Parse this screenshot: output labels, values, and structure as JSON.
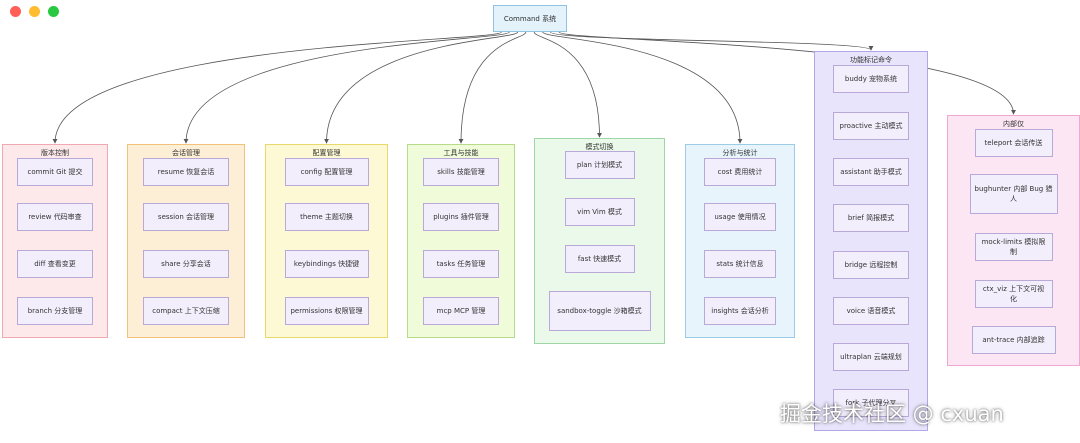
{
  "root": "Command 系统",
  "groups": [
    {
      "title": "版本控制",
      "bg": "#fde8ea",
      "border": "#f0a8b3",
      "items": [
        "commit Git 提交",
        "review 代码审查",
        "diff 查看变更",
        "branch 分支管理"
      ]
    },
    {
      "title": "会话管理",
      "bg": "#fdeed6",
      "border": "#f3c27a",
      "items": [
        "resume 恢复会话",
        "session 会话管理",
        "share 分享会话",
        "compact 上下文压缩"
      ]
    },
    {
      "title": "配置管理",
      "bg": "#fdf9d4",
      "border": "#e9d86c",
      "items": [
        "config 配置管理",
        "theme 主题切换",
        "keybindings 快捷键",
        "permissions 权限管理"
      ]
    },
    {
      "title": "工具与技能",
      "bg": "#effbd9",
      "border": "#b6dc8a",
      "items": [
        "skills 技能管理",
        "plugins 插件管理",
        "tasks 任务管理",
        "mcp MCP 管理"
      ]
    },
    {
      "title": "模式切换",
      "bg": "#eaf9ea",
      "border": "#9ed6a5",
      "items": [
        "plan 计划模式",
        "vim Vim 模式",
        "fast 快速模式",
        "sandbox-toggle 沙箱模式"
      ]
    },
    {
      "title": "分析与统计",
      "bg": "#e8f4fb",
      "border": "#9ccbe8",
      "items": [
        "cost 费用统计",
        "usage 使用情况",
        "stats 统计信息",
        "insights 会话分析"
      ]
    },
    {
      "title": "功能标记命令",
      "bg": "#e8e4fb",
      "border": "#b1a7e6",
      "items": [
        "buddy 宠物系统",
        "proactive 主动模式",
        "assistant 助手模式",
        "brief 简报模式",
        "bridge 远程控制",
        "voice 语音模式",
        "ultraplan 云端规划",
        "fork 子代理分叉"
      ]
    },
    {
      "title": "内部仅",
      "bg": "#fde6f3",
      "border": "#f0a8d2",
      "items": [
        "teleport 会话传送",
        "bughunter 内部 Bug 猎人",
        "mock-limits 模拟限制",
        "ctx_viz 上下文可视化",
        "ant-trace 内部追踪"
      ]
    }
  ],
  "watermark": "掘金技术社区 @ cxuan"
}
